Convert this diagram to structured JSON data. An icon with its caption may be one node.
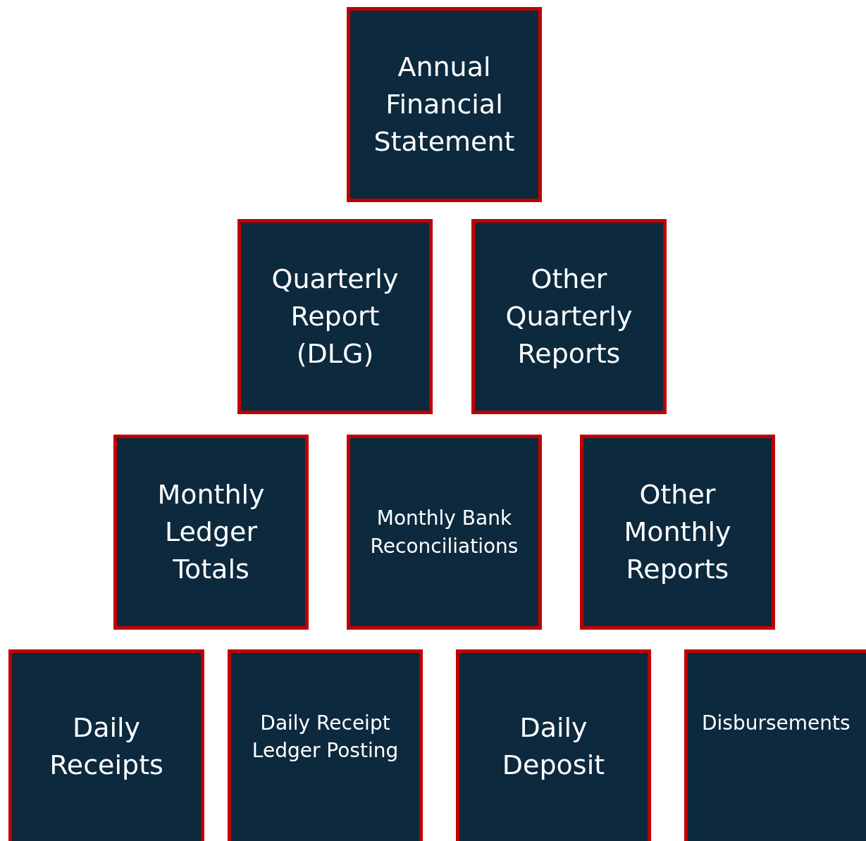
{
  "diagram": {
    "nodes": [
      {
        "text": [
          "Annual Financial Statement"
        ]
      },
      {
        "text": [
          "Quarterly Report (DLG)"
        ]
      },
      {
        "text": [
          "Other Quarterly Reports"
        ]
      },
      {
        "text": [
          "Monthly Ledger Totals"
        ]
      },
      {
        "text": [
          "Monthly Bank Reconciliations"
        ]
      },
      {
        "text": [
          "Other Monthly Reports"
        ]
      },
      {
        "text": [
          "Daily Receipts"
        ]
      },
      {
        "text": [
          "Daily Receipt Ledger Posting"
        ]
      },
      {
        "text": [
          "Daily Deposit"
        ]
      },
      {
        "text": [
          "Disbursements"
        ]
      }
    ]
  }
}
